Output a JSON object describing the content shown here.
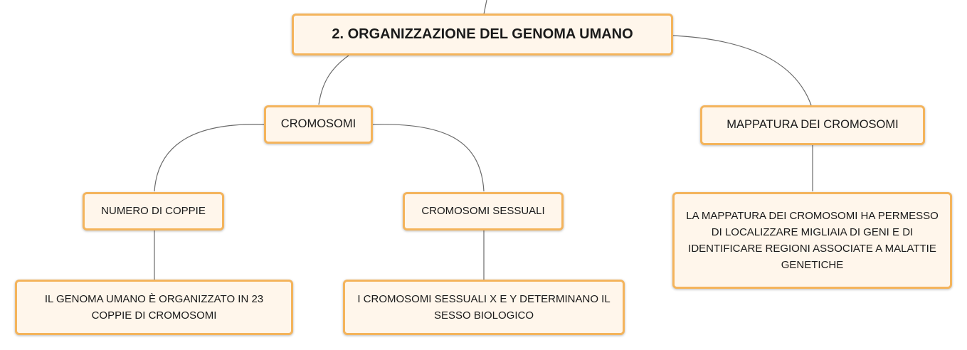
{
  "map": {
    "root": {
      "label": "2. ORGANIZZAZIONE DEL GENOMA UMANO"
    },
    "cromosomi": {
      "label": "CROMOSOMI"
    },
    "mappatura": {
      "label": "MAPPATURA DEI CROMOSOMI"
    },
    "numero_coppie": {
      "label": "NUMERO DI COPPIE"
    },
    "cromosomi_sessuali": {
      "label": "CROMOSOMI SESSUALI"
    },
    "detail_coppie": {
      "text": "IL GENOMA UMANO È ORGANIZZATO IN 23 COPPIE DI CROMOSOMI"
    },
    "detail_sessuali": {
      "text": "I CROMOSOMI SESSUALI X E Y DETERMINANO IL SESSO BIOLOGICO"
    },
    "detail_mappatura": {
      "text": "LA MAPPATURA DEI CROMOSOMI HA PERMESSO DI LOCALIZZARE MIGLIAIA DI GENI E DI IDENTIFICARE REGIONI ASSOCIATE A MALATTIE GENETICHE"
    }
  },
  "colors": {
    "node_fill": "#fff6eb",
    "node_border": "#f4b45c",
    "connector": "#6b6b6b",
    "text": "#1a1a1a"
  }
}
